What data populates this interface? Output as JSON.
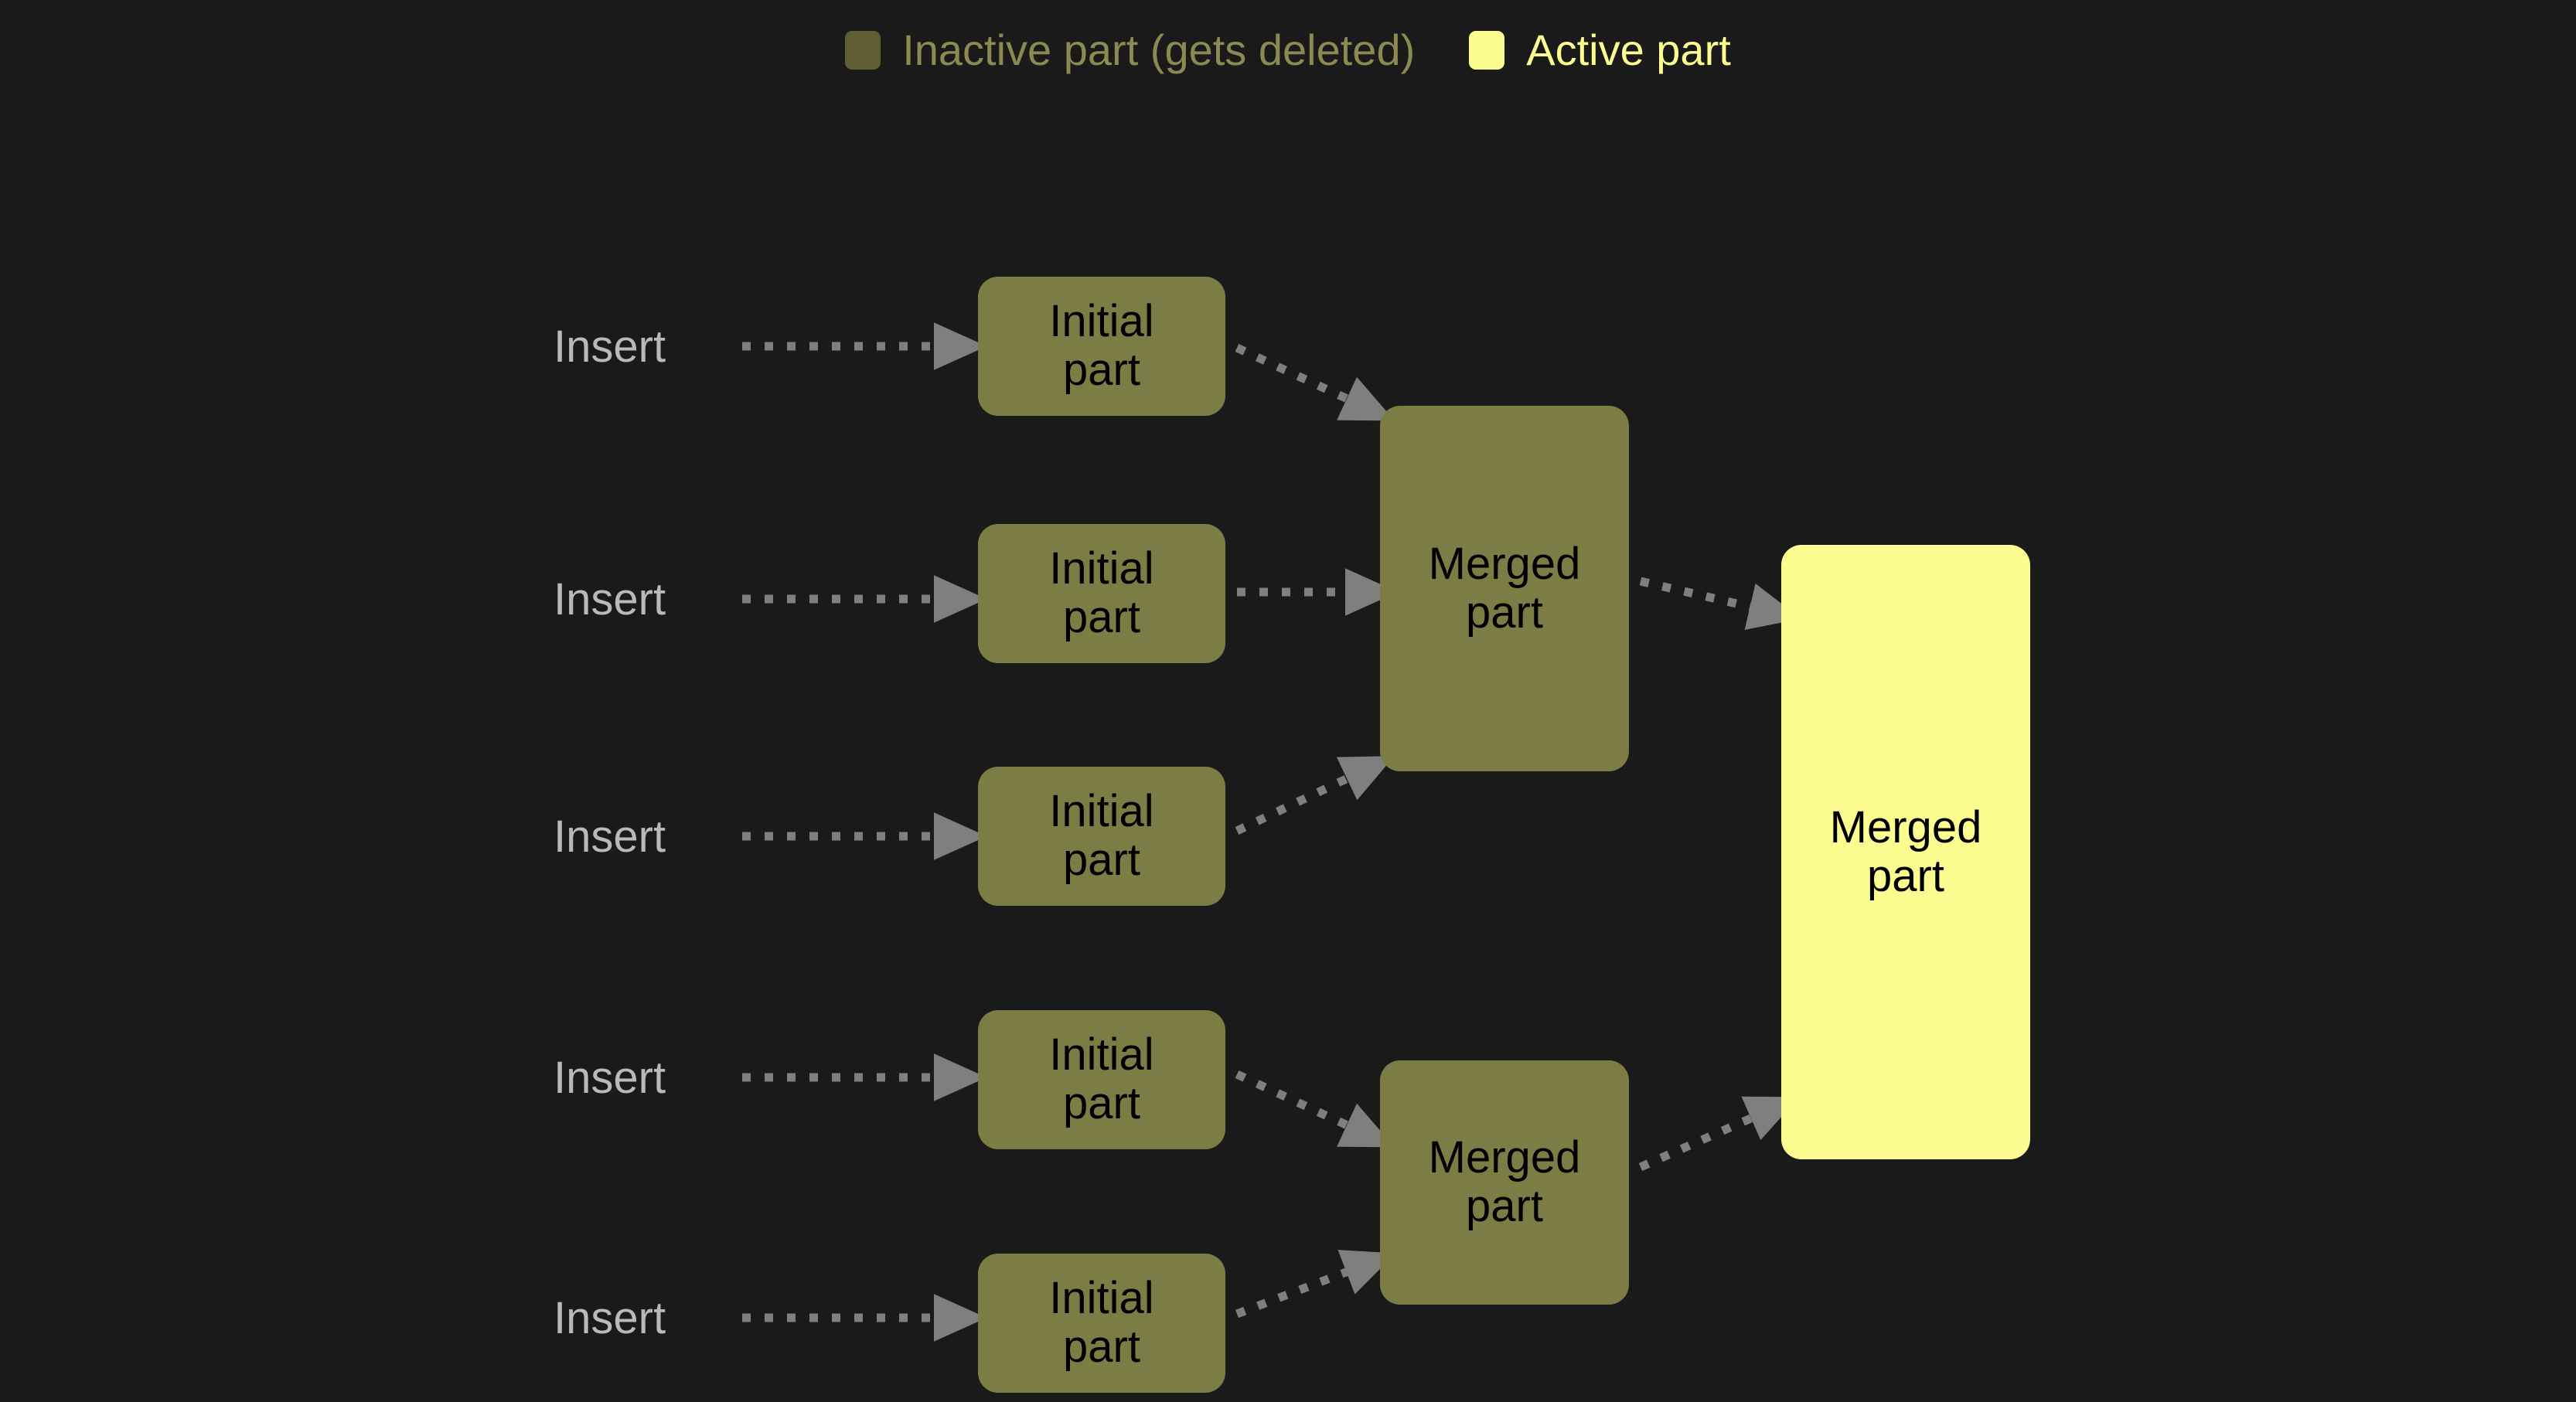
{
  "background_color": "#1a1a1a",
  "legend": {
    "entries": [
      {
        "swatch_name": "inactive-part-swatch",
        "label": "Inactive part (gets deleted)",
        "color": "#5e5e32",
        "text_color": "#8a8a52"
      },
      {
        "swatch_name": "active-part-swatch",
        "label": "Active part",
        "color": "#fcfc90",
        "text_color": "#fcfc90"
      }
    ]
  },
  "diagram": {
    "type": "flowchart",
    "insert_labels": [
      {
        "text": "Insert"
      },
      {
        "text": "Insert"
      },
      {
        "text": "Insert"
      },
      {
        "text": "Insert"
      },
      {
        "text": "Insert"
      }
    ],
    "initial_parts": [
      {
        "line1": "Initial",
        "line2": "part",
        "state": "inactive"
      },
      {
        "line1": "Initial",
        "line2": "part",
        "state": "inactive"
      },
      {
        "line1": "Initial",
        "line2": "part",
        "state": "inactive"
      },
      {
        "line1": "Initial",
        "line2": "part",
        "state": "inactive"
      },
      {
        "line1": "Initial",
        "line2": "part",
        "state": "inactive"
      }
    ],
    "merged_parts": [
      {
        "line1": "Merged",
        "line2": "part",
        "state": "inactive"
      },
      {
        "line1": "Merged",
        "line2": "part",
        "state": "inactive"
      }
    ],
    "final_part": {
      "line1": "Merged",
      "line2": "part",
      "state": "active"
    },
    "arrow_color": "#7f7f7f",
    "arrow_style": "dotted"
  }
}
